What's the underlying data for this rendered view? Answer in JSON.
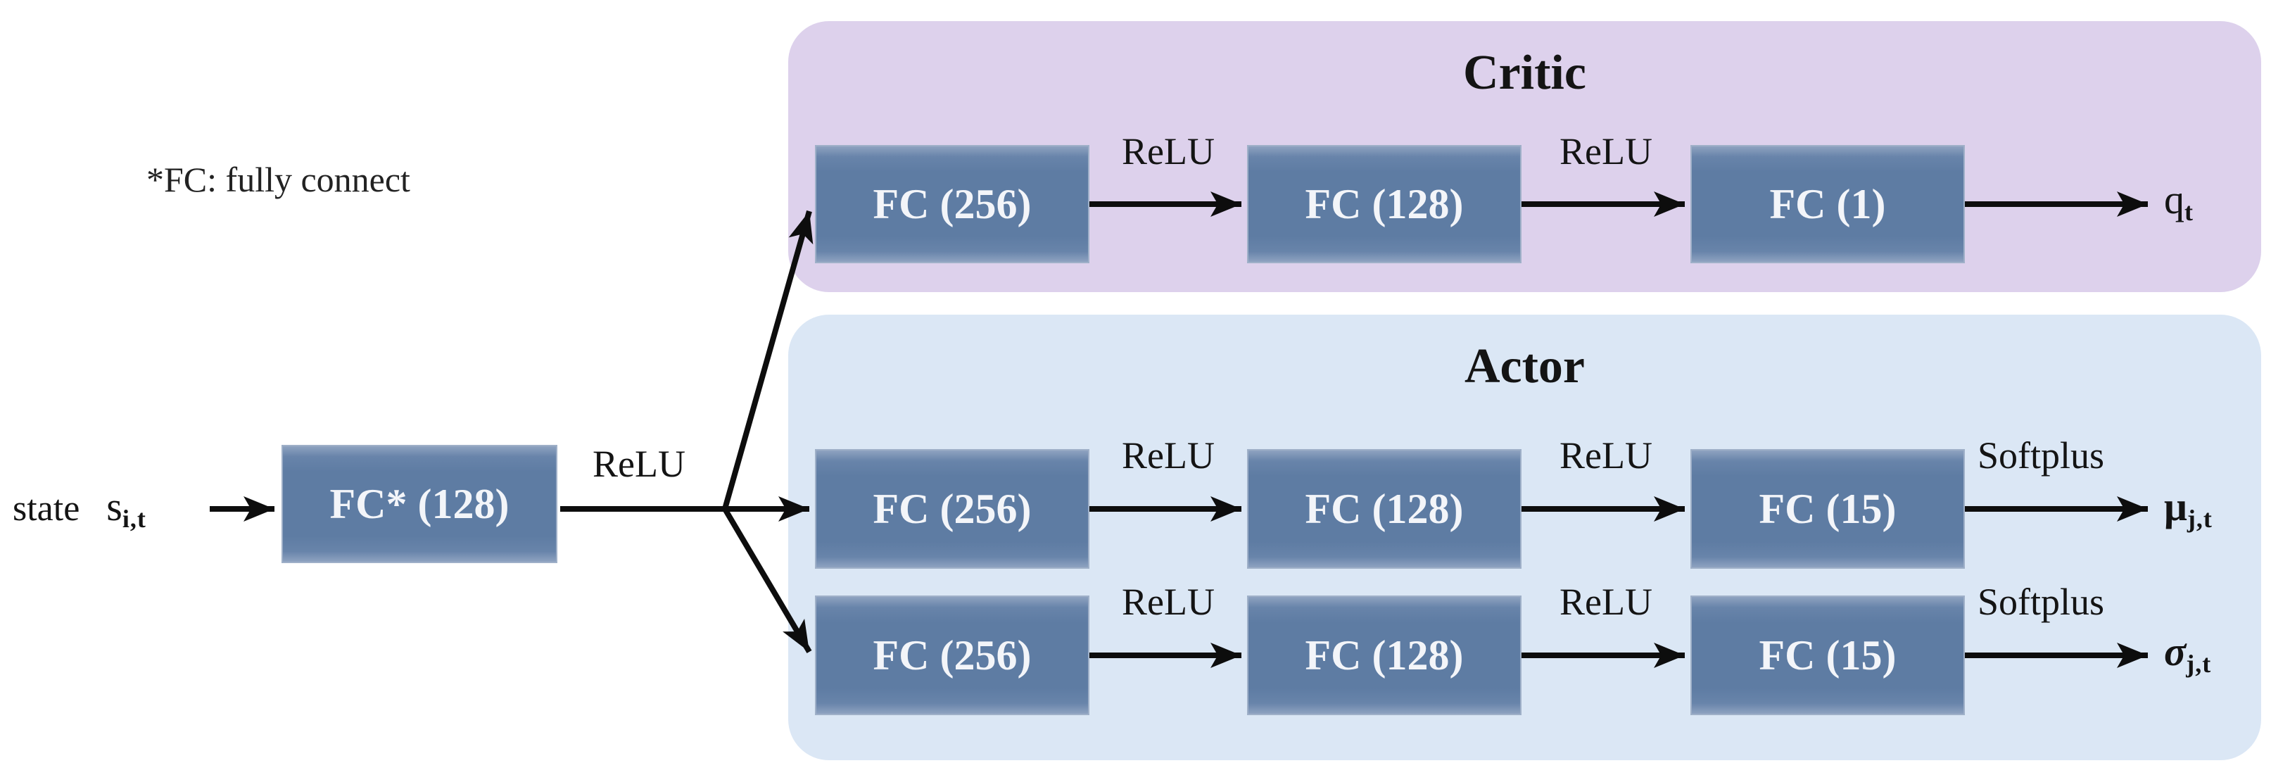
{
  "note": "*FC: fully connect",
  "input": {
    "label": "state",
    "symbol": "s",
    "subscript": "i,t"
  },
  "shared": {
    "box": "FC* (128)",
    "activation": "ReLU"
  },
  "critic": {
    "title": "Critic",
    "boxes": [
      "FC (256)",
      "FC (128)",
      "FC (1)"
    ],
    "activations": [
      "ReLU",
      "ReLU"
    ],
    "output": {
      "symbol": "q",
      "subscript": "t"
    }
  },
  "actor": {
    "title": "Actor",
    "rows": [
      {
        "boxes": [
          "FC (256)",
          "FC (128)",
          "FC (15)"
        ],
        "activations": [
          "ReLU",
          "ReLU"
        ],
        "output_activation": "Softplus",
        "output": {
          "symbol": "μ",
          "subscript": "j,t"
        }
      },
      {
        "boxes": [
          "FC (256)",
          "FC (128)",
          "FC (15)"
        ],
        "activations": [
          "ReLU",
          "ReLU"
        ],
        "output_activation": "Softplus",
        "output": {
          "symbol": "σ",
          "subscript": "j,t"
        }
      }
    ]
  },
  "colors": {
    "critic_panel": "#ddd1ec",
    "actor_panel": "#dbe7f5",
    "fc_box": "#5e7ca3",
    "wire": "#0d0d0d",
    "box_text": "#f3f5f9"
  }
}
